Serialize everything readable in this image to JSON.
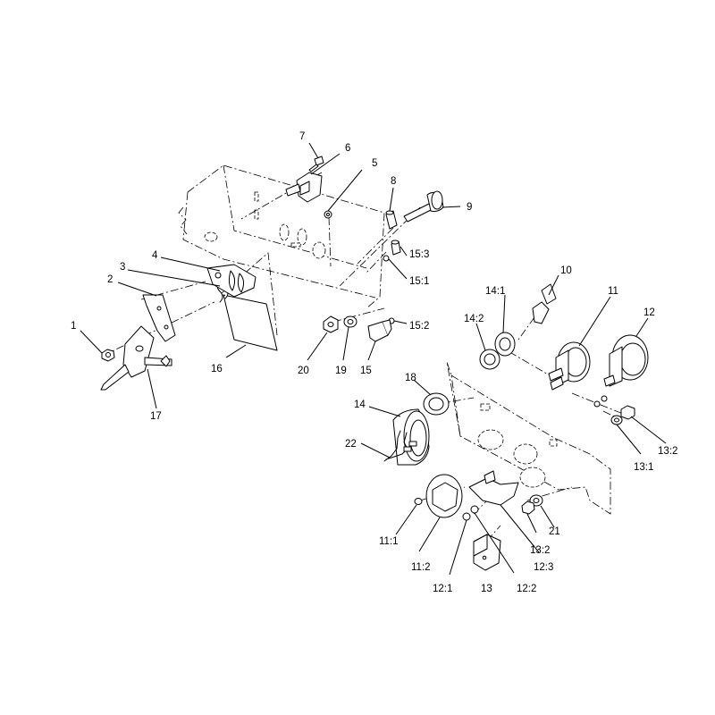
{
  "callouts": [
    {
      "id": "c1",
      "label": "1"
    },
    {
      "id": "c2",
      "label": "2"
    },
    {
      "id": "c3",
      "label": "3"
    },
    {
      "id": "c4",
      "label": "4"
    },
    {
      "id": "c5",
      "label": "5"
    },
    {
      "id": "c6",
      "label": "6"
    },
    {
      "id": "c7",
      "label": "7"
    },
    {
      "id": "c8",
      "label": "8"
    },
    {
      "id": "c9",
      "label": "9"
    },
    {
      "id": "c10",
      "label": "10"
    },
    {
      "id": "c11",
      "label": "11"
    },
    {
      "id": "c12",
      "label": "12"
    },
    {
      "id": "c13",
      "label": "13"
    },
    {
      "id": "c14",
      "label": "14"
    },
    {
      "id": "c15",
      "label": "15"
    },
    {
      "id": "c16",
      "label": "16"
    },
    {
      "id": "c17",
      "label": "17"
    },
    {
      "id": "c18",
      "label": "18"
    },
    {
      "id": "c19",
      "label": "19"
    },
    {
      "id": "c20",
      "label": "20"
    },
    {
      "id": "c21",
      "label": "21"
    },
    {
      "id": "c22",
      "label": "22"
    },
    {
      "id": "c11_1",
      "label": "11:1"
    },
    {
      "id": "c11_2",
      "label": "11:2"
    },
    {
      "id": "c12_1",
      "label": "12:1"
    },
    {
      "id": "c12_2",
      "label": "12:2"
    },
    {
      "id": "c12_3",
      "label": "12:3"
    },
    {
      "id": "c13_1",
      "label": "13:1"
    },
    {
      "id": "c13_2a",
      "label": "13:2"
    },
    {
      "id": "c13_2b",
      "label": "13:2"
    },
    {
      "id": "c14_1",
      "label": "14:1"
    },
    {
      "id": "c14_2",
      "label": "14:2"
    },
    {
      "id": "c15_1",
      "label": "15:1"
    },
    {
      "id": "c15_2",
      "label": "15:2"
    },
    {
      "id": "c15_3",
      "label": "15:3"
    }
  ]
}
